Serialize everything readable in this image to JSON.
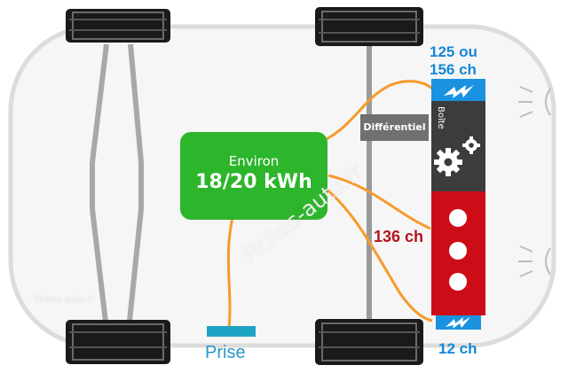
{
  "battery": {
    "line1": "Environ",
    "line2": "18/20 kWh"
  },
  "differential_label": "Différentiel",
  "gearbox_label": "Boîte",
  "gearbox_power": {
    "line1": "125 ou",
    "line2": "156 ch"
  },
  "engine_power": "136 ch",
  "rear_motor_power": "12 ch",
  "plug_label": "Prise",
  "watermarks": {
    "big": "Fiches-auto.fr",
    "small": "Fiches-auto.fr"
  },
  "colors": {
    "battery": "#2db52b",
    "engine": "#cc0d18",
    "gearbox": "#3c3c3c",
    "motor": "#1a92e0",
    "wire": "#f79a2b",
    "plug": "#1fa3c4",
    "label_blue": "#1487d8",
    "label_red": "#b5141c"
  },
  "icons": {
    "gearbox": "gears-icon",
    "motor": "lightning-icon",
    "lights": "headlight-icon"
  }
}
